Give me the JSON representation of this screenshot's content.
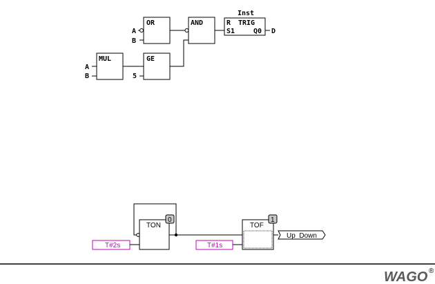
{
  "fbd": {
    "or_block": {
      "name": "OR",
      "in1": "A",
      "in2": "B"
    },
    "and_block": {
      "name": "AND"
    },
    "mul_block": {
      "name": "MUL",
      "in1": "A",
      "in2": "B"
    },
    "ge_block": {
      "name": "GE",
      "in2": "5"
    },
    "trig_block": {
      "instance": "Inst",
      "reset": "R",
      "type": "TRIG",
      "set": "S1",
      "out": "Q0",
      "out_var": "D"
    }
  },
  "cfc": {
    "ton": {
      "name": "TON",
      "order": "0",
      "input": "T#2s"
    },
    "tof": {
      "name": "TOF",
      "order": "1",
      "input": "T#1s"
    },
    "output": "Up_Down"
  },
  "footer": {
    "logo": "WAGO",
    "mark": "®"
  }
}
